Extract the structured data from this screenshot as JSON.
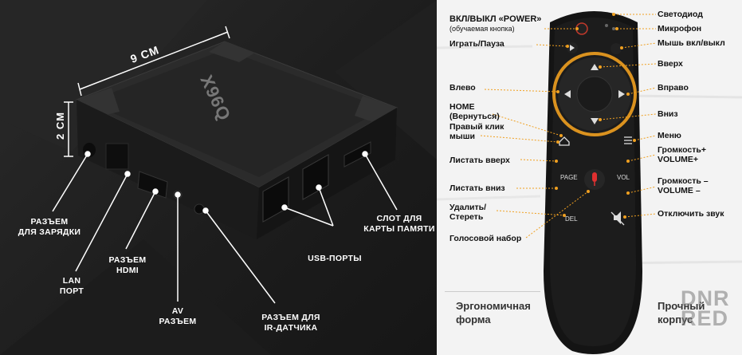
{
  "box": {
    "brand": "X96Q",
    "dim_width": "9 СМ",
    "dim_height": "2 СМ",
    "labels": {
      "charge": "РАЗЪЕМ\nДЛЯ ЗАРЯДКИ",
      "lan": "LAN\nПОРТ",
      "hdmi": "РАЗЪЕМ\nHDMI",
      "av": "AV\nРАЗЪЕМ",
      "ir": "РАЗЪЕМ ДЛЯ\nIR-ДАТЧИКА",
      "usb": "USB-ПОРТЫ",
      "card": "СЛОТ ДЛЯ\nКАРТЫ ПАМЯТИ"
    }
  },
  "remote": {
    "left": {
      "power": "ВКЛ/ВЫКЛ «POWER»",
      "power_sub": "(обучаемая кнопка)",
      "play": "Играть/Пауза",
      "left": "Влево",
      "home": "HOME\n(Вернуться)",
      "right_click": "Правый клик\nмыши",
      "scroll_up": "Листать вверх",
      "scroll_down": "Листать вниз",
      "delete": "Удалить/\nСтереть",
      "voice": "Голосовой набор"
    },
    "right": {
      "led": "Светодиод",
      "mic": "Микрофон",
      "mouse": "Мышь вкл/выкл",
      "up": "Вверх",
      "right": "Вправо",
      "down": "Вниз",
      "menu": "Меню",
      "vol_up": "Громкость+\nVOLUME+",
      "vol_down": "Громкость –\nVOLUME –",
      "mute": "Отключить звук"
    },
    "buttons": {
      "page": "PAGE",
      "vol": "VOL",
      "del": "DEL"
    },
    "bottom_left": "Эргономичная\nформа",
    "bottom_right": "Прочный\nкорпус"
  },
  "watermark": "DNR\nRED",
  "colors": {
    "accent_orange": "#f0a020",
    "line_gray": "#555555"
  }
}
